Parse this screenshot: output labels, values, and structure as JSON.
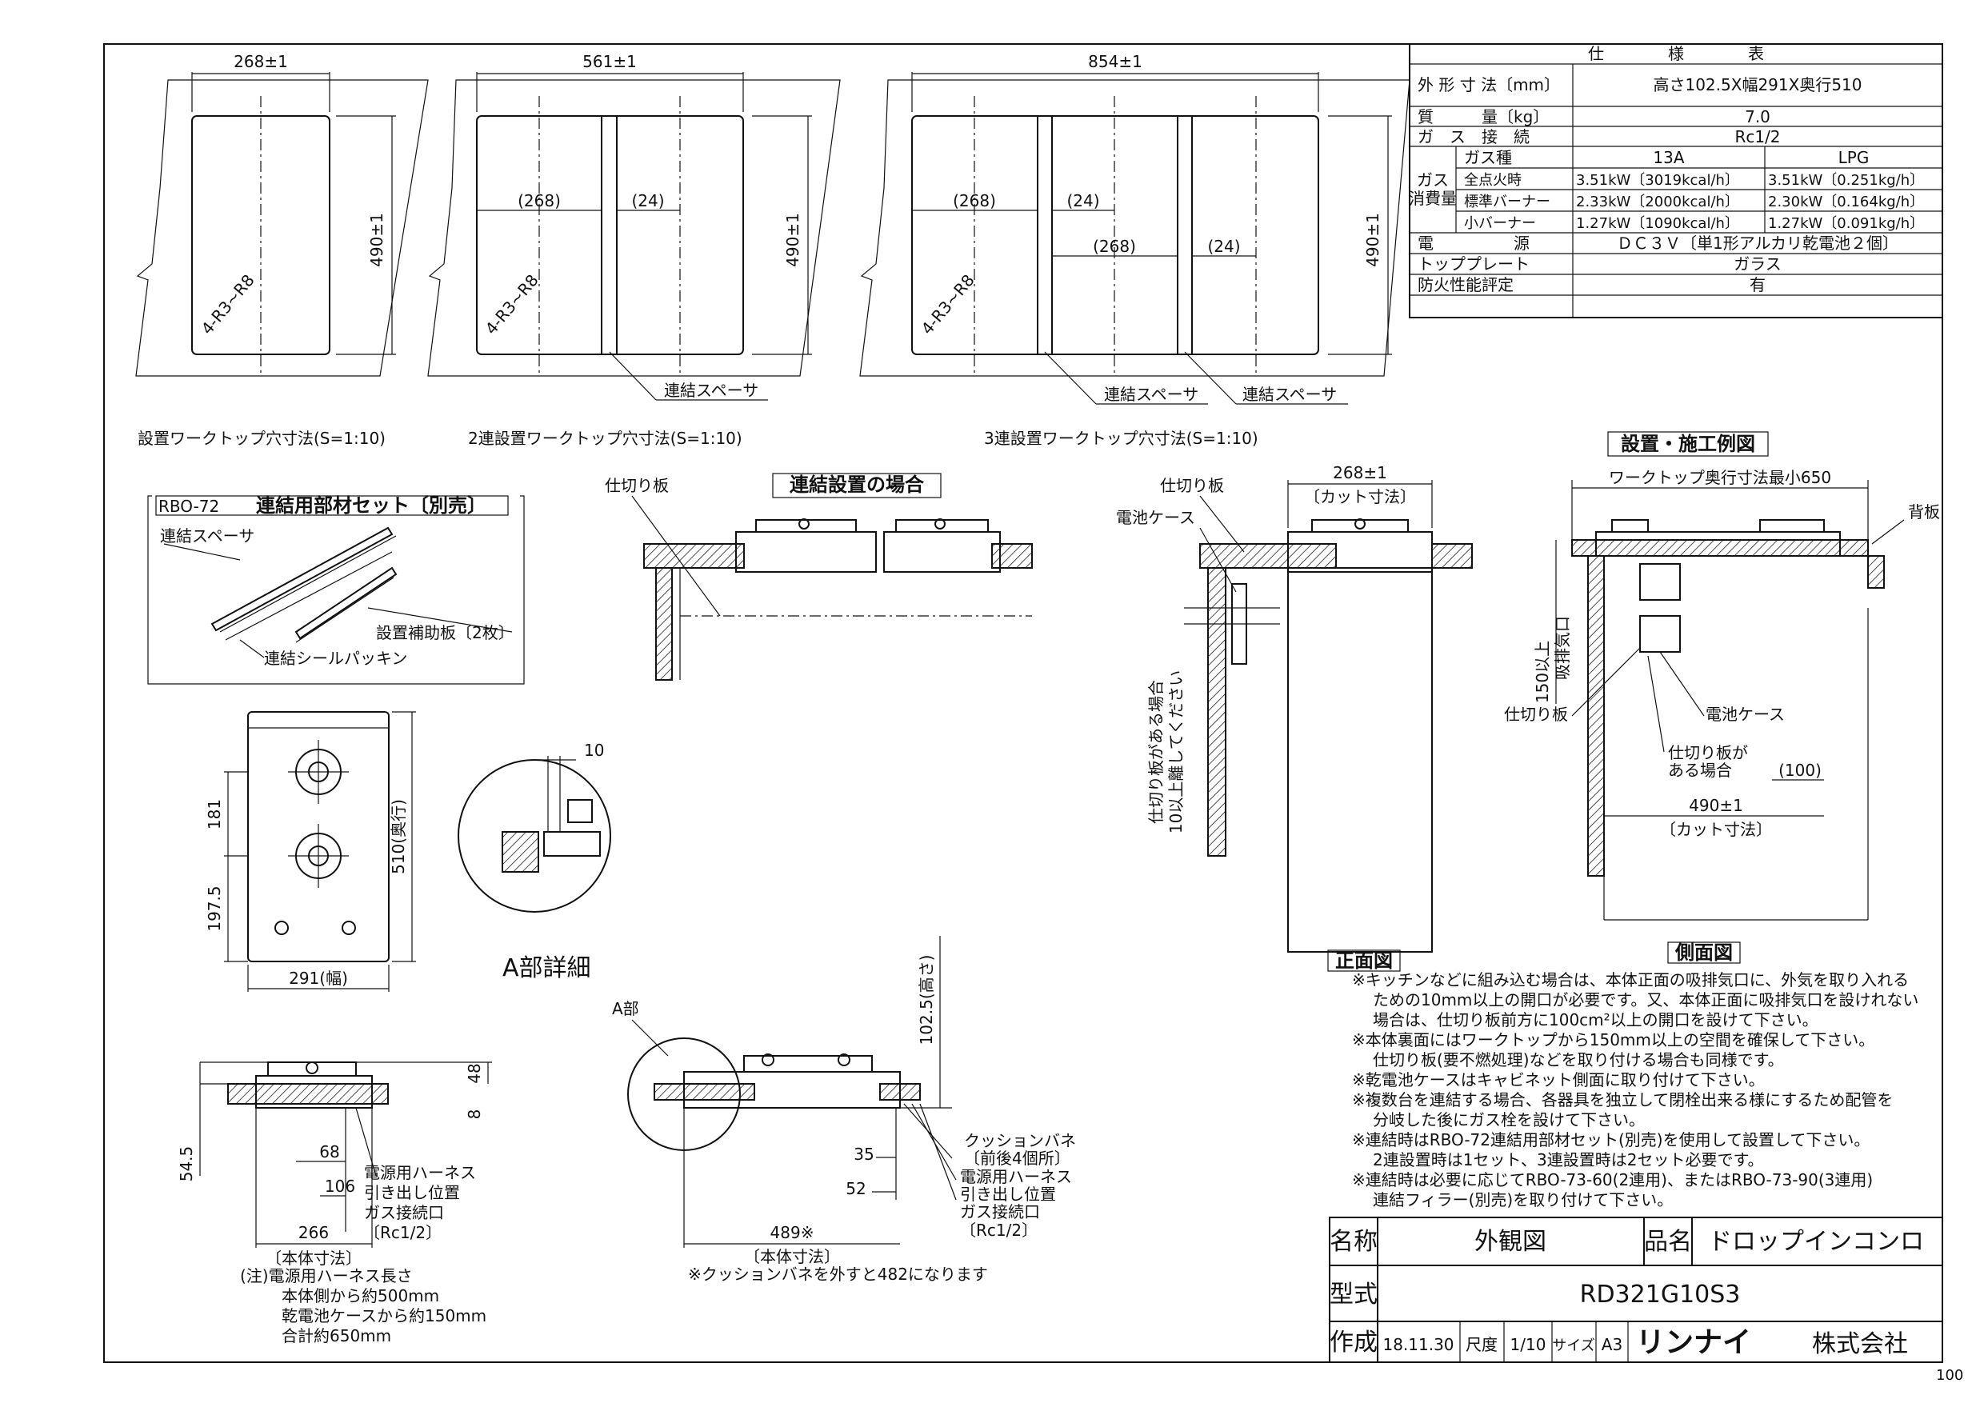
{
  "spec_table": {
    "title": "仕　　　　様　　　　表",
    "rows": [
      {
        "label": "外 形 寸 法〔mm〕",
        "value": "高さ102.5X幅291X奥行510"
      },
      {
        "label": "質　　　量〔kg〕",
        "value": "7.0"
      },
      {
        "label": "ガ　ス　接　続",
        "value": "Rc1/2"
      },
      {
        "label": "電　　　　　源",
        "value": "ＤＣ３Ｖ〔単1形アルカリ乾電池２個〕"
      },
      {
        "label": "トッププレート",
        "value": "ガラス"
      },
      {
        "label": "防火性能評定",
        "value": "有"
      }
    ],
    "gas_group_label_1": "ガス",
    "gas_group_label_2": "消費量",
    "gas_header": {
      "label": "ガス種",
      "col1": "13A",
      "col2": "LPG"
    },
    "gas_rows": [
      {
        "label": "全点火時",
        "v13a": "3.51kW〔3019kcal/h〕",
        "lpg": "3.51kW〔0.251kg/h〕"
      },
      {
        "label": "標準バーナー",
        "v13a": "2.33kW〔2000kcal/h〕",
        "lpg": "2.30kW〔0.164kg/h〕"
      },
      {
        "label": "小バーナー",
        "v13a": "1.27kW〔1090kcal/h〕",
        "lpg": "1.27kW〔0.091kg/h〕"
      }
    ]
  },
  "cutouts": {
    "single": {
      "width": "268±1",
      "depth": "490±1",
      "corner": "4-R3~R8",
      "caption": "設置ワークトップ穴寸法(S=1:10)"
    },
    "double": {
      "width": "561±1",
      "depth": "490±1",
      "corner": "4-R3~R8",
      "seg1": "(268)",
      "seg2": "(24)",
      "spacer": "連結スペーサ",
      "caption": "2連設置ワークトップ穴寸法(S=1:10)"
    },
    "triple": {
      "width": "854±1",
      "depth": "490±1",
      "corner": "4-R3~R8",
      "seg1": "(268)",
      "seg2": "(24)",
      "seg3": "(268)",
      "seg4": "(24)",
      "spacer1": "連結スペーサ",
      "spacer2": "連結スペーサ",
      "caption": "3連設置ワークトップ穴寸法(S=1:10)"
    }
  },
  "parts_set": {
    "title_code": "RBO-72",
    "title": "連結用部材セット〔別売〕",
    "spacer": "連結スペーサ",
    "plate": "設置補助板〔2枚〕",
    "packing": "連結シールパッキン"
  },
  "connected": {
    "title": "連結設置の場合",
    "partition": "仕切り板"
  },
  "top_view": {
    "dim_181": "181",
    "dim_1975": "197.5",
    "dim_depth": "510(奥行)",
    "dim_width": "291(幅)"
  },
  "detail_a": {
    "dim": "10",
    "caption": "A部詳細"
  },
  "front_small": {
    "dim_48": "48",
    "dim_8": "8",
    "dim_545": "54.5",
    "dim_68": "68",
    "dim_106": "106",
    "dim_266": "266",
    "body_dim": "〔本体寸法〕",
    "harness_1": "電源用ハーネス",
    "harness_2": "引き出し位置",
    "gas_1": "ガス接続口",
    "gas_2": "〔Rc1/2〕",
    "note_1": "(注)電源用ハーネス長さ",
    "note_2": "本体側から約500mm",
    "note_3": "乾電池ケースから約150mm",
    "note_4": "合計約650mm"
  },
  "side_small": {
    "a_part": "A部",
    "dim_height": "102.5(高さ)",
    "dim_35": "35",
    "dim_52": "52",
    "dim_489": "489※",
    "body_dim": "〔本体寸法〕",
    "cushion_1": "クッションバネ",
    "cushion_2": "〔前後4個所〕",
    "harness_1": "電源用ハーネス",
    "harness_2": "引き出し位置",
    "gas_1": "ガス接続口",
    "gas_2": "〔Rc1/2〕",
    "note": "※クッションバネを外すと482になります"
  },
  "install_front": {
    "partition": "仕切り板",
    "battery": "電池ケース",
    "cut_dim": "268±1",
    "cut_label": "〔カット寸法〕",
    "vertical_note_1": "仕切り板がある場合",
    "vertical_note_2": "10以上離してください",
    "caption": "正面図"
  },
  "install_side": {
    "title": "設置・施工例図",
    "depth_min": "ワークトップ奥行寸法最小650",
    "backboard": "背板",
    "gap_150": "150以上",
    "vent": "吸排気口",
    "partition": "仕切り板",
    "battery": "電池ケース",
    "partition_case_1": "仕切り板が",
    "partition_case_2": "ある場合",
    "dim_100": "(100)",
    "cut_dim": "490±1",
    "cut_label": "〔カット寸法〕",
    "caption": "側面図"
  },
  "notes": [
    "※キッチンなどに組み込む場合は、本体正面の吸排気口に、外気を取り入れる",
    "ための10mm以上の開口が必要です。又、本体正面に吸排気口を設けれない",
    "場合は、仕切り板前方に100cm²以上の開口を設けて下さい。",
    "※本体裏面にはワークトップから150mm以上の空間を確保して下さい。",
    "仕切り板(要不燃処理)などを取り付ける場合も同様です。",
    "※乾電池ケースはキャビネット側面に取り付けて下さい。",
    "※複数台を連結する場合、各器具を独立して閉栓出来る様にするため配管を",
    "分岐した後にガス栓を設けて下さい。",
    "※連結時はRBO-72連結用部材セット(別売)を使用して設置して下さい。",
    "2連設置時は1セット、3連設置時は2セット必要です。",
    "※連結時は必要に応じてRBO-73-60(2連用)、またはRBO-73-90(3連用)",
    "連結フィラー(別売)を取り付けて下さい。"
  ],
  "title_block": {
    "name_label": "名称",
    "name_value": "外観図",
    "product_label": "品名",
    "product_value": "ドロップインコンロ",
    "model_label": "型式",
    "model_value": "RD321G10S3",
    "made_label": "作成",
    "made_value": "18.11.30",
    "scale_label": "尺度",
    "scale_value": "1/10",
    "size_label": "サイズ",
    "size_value": "A3",
    "company_logo": "リンナイ",
    "company_suffix": "株式会社"
  },
  "page_number": "100"
}
